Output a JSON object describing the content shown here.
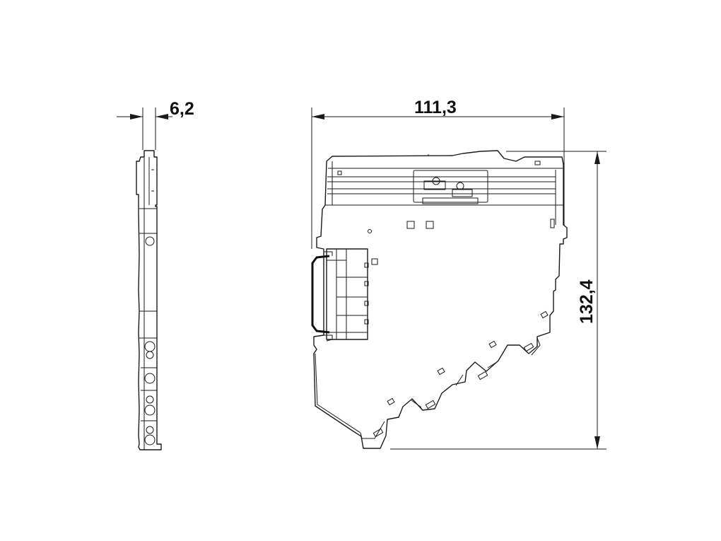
{
  "dimensions": {
    "width_side": "6,2",
    "width_front": "111,3",
    "height_front": "132,4"
  }
}
